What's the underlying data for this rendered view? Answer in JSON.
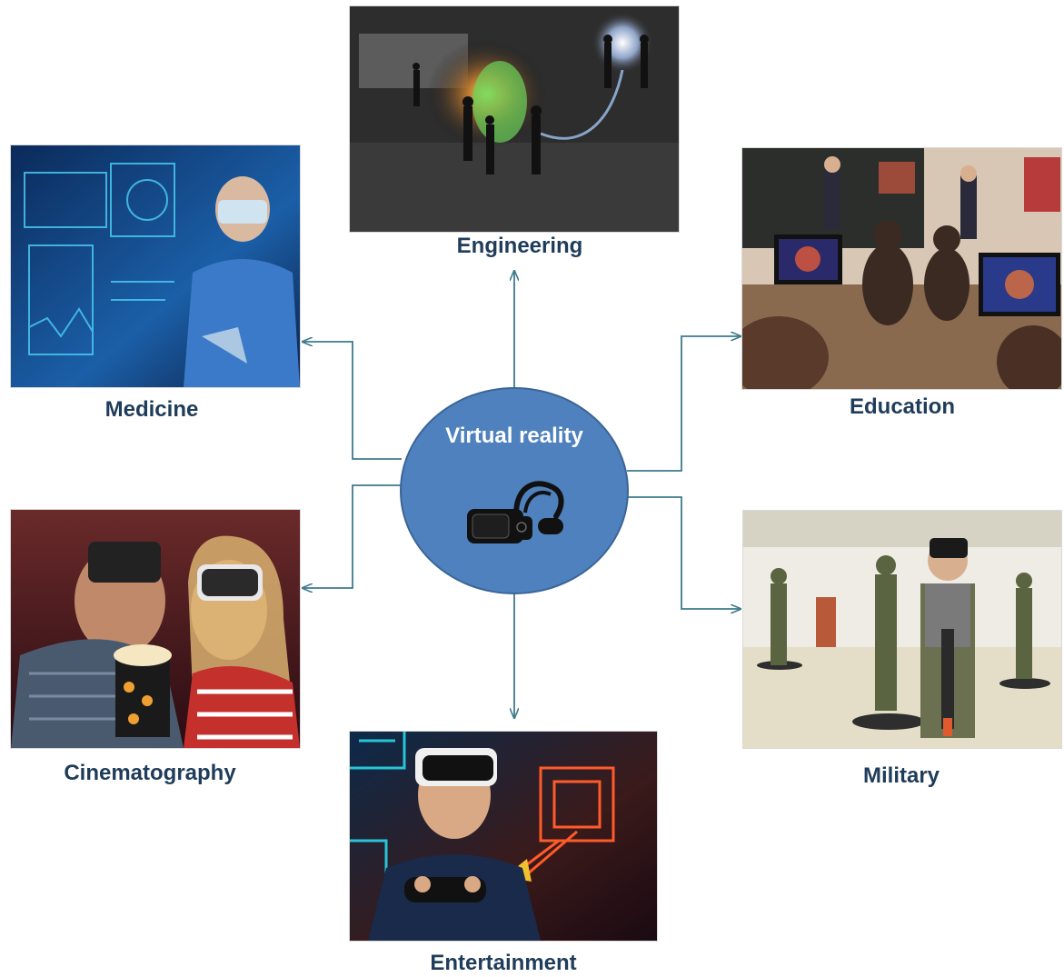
{
  "hub": {
    "title": "Virtual reality",
    "icon": "vr-headset-icon"
  },
  "nodes": {
    "engineering": {
      "label": "Engineering",
      "image": "engineering-scene"
    },
    "medicine": {
      "label": "Medicine",
      "image": "medicine-scene"
    },
    "education": {
      "label": "Education",
      "image": "education-scene"
    },
    "cinematography": {
      "label": "Cinematography",
      "image": "cinematography-scene"
    },
    "military": {
      "label": "Military",
      "image": "military-scene"
    },
    "entertainment": {
      "label": "Entertainment",
      "image": "entertainment-scene"
    }
  },
  "colors": {
    "hub_fill": "#4e81bd",
    "hub_border": "#3a6596",
    "connector": "#3f7a8c",
    "label_text": "#1f3c5a"
  }
}
